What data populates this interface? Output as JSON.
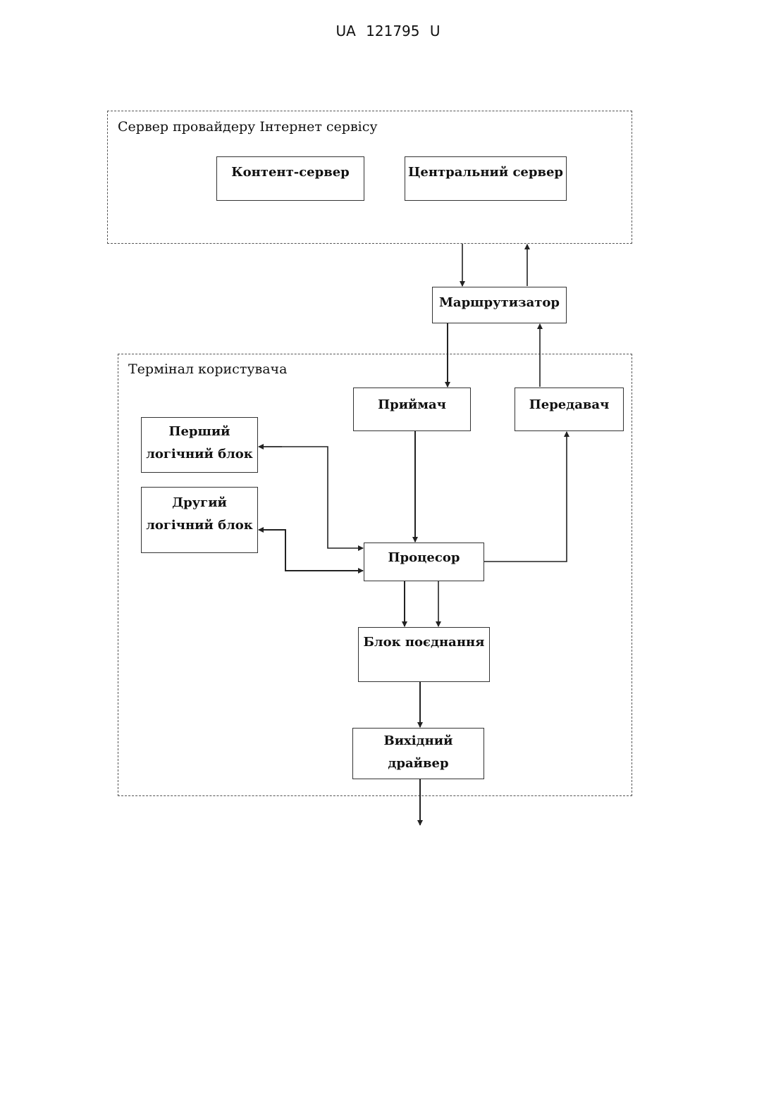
{
  "header": {
    "doc_number": "UA 121795 U"
  },
  "server_group": {
    "label": "Сервер провайдеру Інтернет сервісу",
    "content_server": "Контент-сервер",
    "central_server": "Центральний сервер"
  },
  "router": "Маршрутизатор",
  "terminal_group": {
    "label": "Термінал користувача",
    "receiver": "Приймач",
    "transmitter": "Передавач",
    "first_logic_block": {
      "line1": "Перший",
      "line2": "логічний блок"
    },
    "second_logic_block": {
      "line1": "Другий",
      "line2": "логічний блок"
    },
    "processor": "Процесор",
    "combining_block": "Блок поєднання",
    "output_driver": {
      "line1": "Вихідний",
      "line2": "драйвер"
    }
  }
}
